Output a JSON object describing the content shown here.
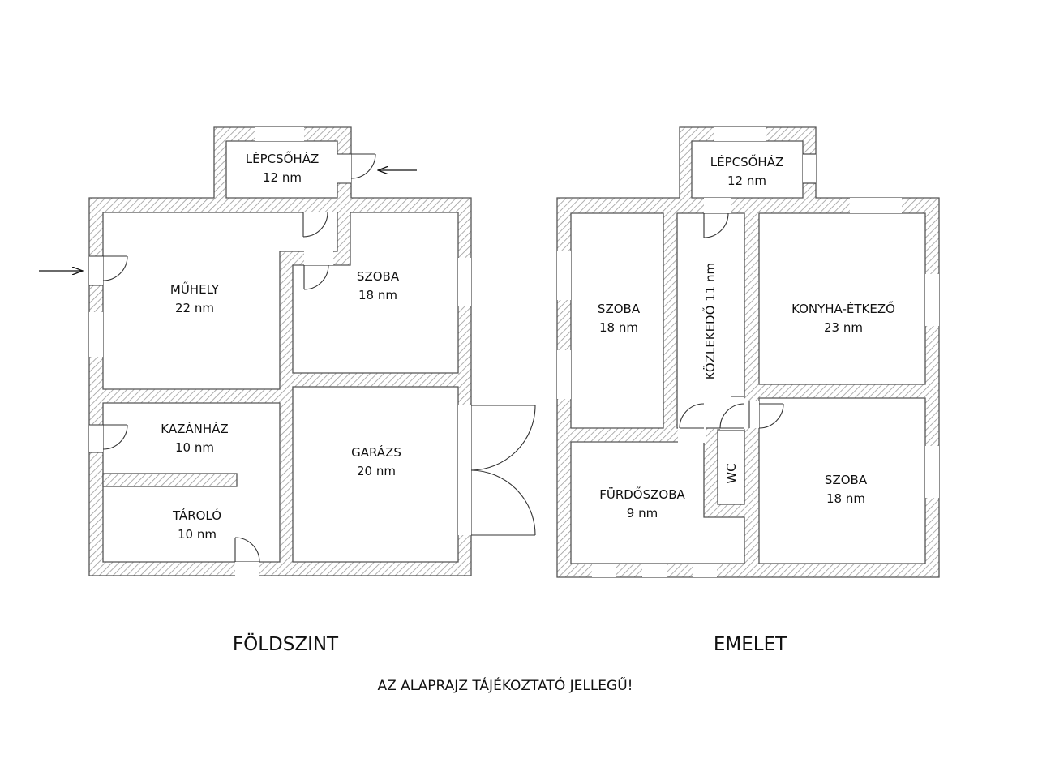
{
  "ground_floor": {
    "title": "FÖLDSZINT",
    "rooms": {
      "lepcsohaz": {
        "name": "LÉPCSŐHÁZ",
        "area": "12 nm"
      },
      "muhely": {
        "name": "MŰHELY",
        "area": "22 nm"
      },
      "szoba": {
        "name": "SZOBA",
        "area": "18 nm"
      },
      "kazanhaz": {
        "name": "KAZÁNHÁZ",
        "area": "10 nm"
      },
      "garazs": {
        "name": "GARÁZS",
        "area": "20 nm"
      },
      "tarolo": {
        "name": "TÁROLÓ",
        "area": "10 nm"
      }
    }
  },
  "upper_floor": {
    "title": "EMELET",
    "rooms": {
      "lepcsohaz": {
        "name": "LÉPCSŐHÁZ",
        "area": "12 nm"
      },
      "szoba_left": {
        "name": "SZOBA",
        "area": "18 nm"
      },
      "kozlekedo": {
        "label": "KÖZLEKEDŐ 11 nm"
      },
      "konyha": {
        "name": "KONYHA-ÉTKEZŐ",
        "area": "23 nm"
      },
      "furdoszoba": {
        "name": "FÜRDŐSZOBA",
        "area": "9 nm"
      },
      "wc": {
        "name": "WC"
      },
      "szoba_right": {
        "name": "SZOBA",
        "area": "18 nm"
      }
    }
  },
  "disclaimer": "AZ ALAPRAJZ TÁJÉKOZTATÓ JELLEGŰ!"
}
